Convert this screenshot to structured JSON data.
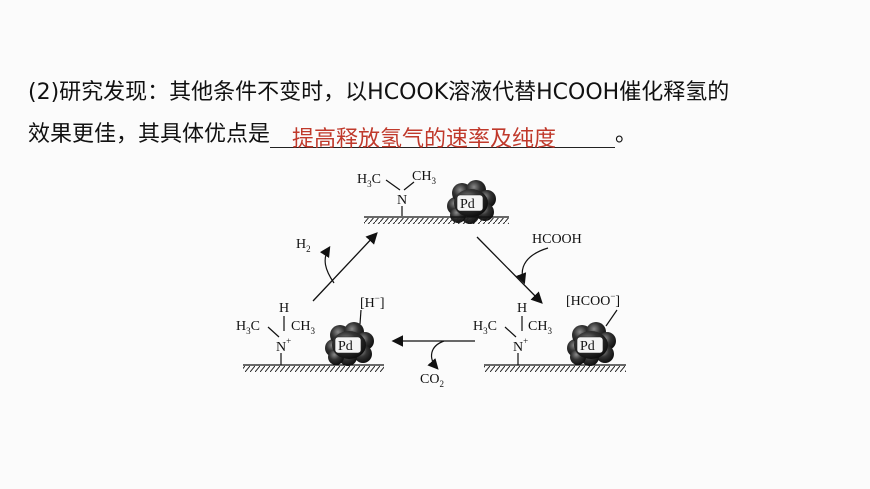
{
  "question": {
    "line1": "(2)研究发现：其他条件不变时，以HCOOK溶液代替HCOOH催化释氢的",
    "line2_prefix": "效果更佳，其具体优点是",
    "answer": "提高释放氢气的速率及纯度",
    "line2_suffix": "。"
  },
  "diagram": {
    "top": {
      "me_left": "H3C",
      "me_right": "CH3",
      "n": "N",
      "pd": "Pd"
    },
    "right": {
      "h": "H",
      "me_left": "H3C",
      "me_right": "CH3",
      "n": "N+",
      "pd": "Pd",
      "bracket": "[HCOO−]"
    },
    "left": {
      "h": "H",
      "me_left": "H3C",
      "me_right": "CH3",
      "n": "N+",
      "pd": "Pd",
      "bracket": "[H−]"
    },
    "arrow_labels": {
      "top_right": "HCOOH",
      "bottom": "CO2",
      "top_left": "H2"
    }
  },
  "colors": {
    "answer": "#c0392b",
    "text": "#111111"
  }
}
